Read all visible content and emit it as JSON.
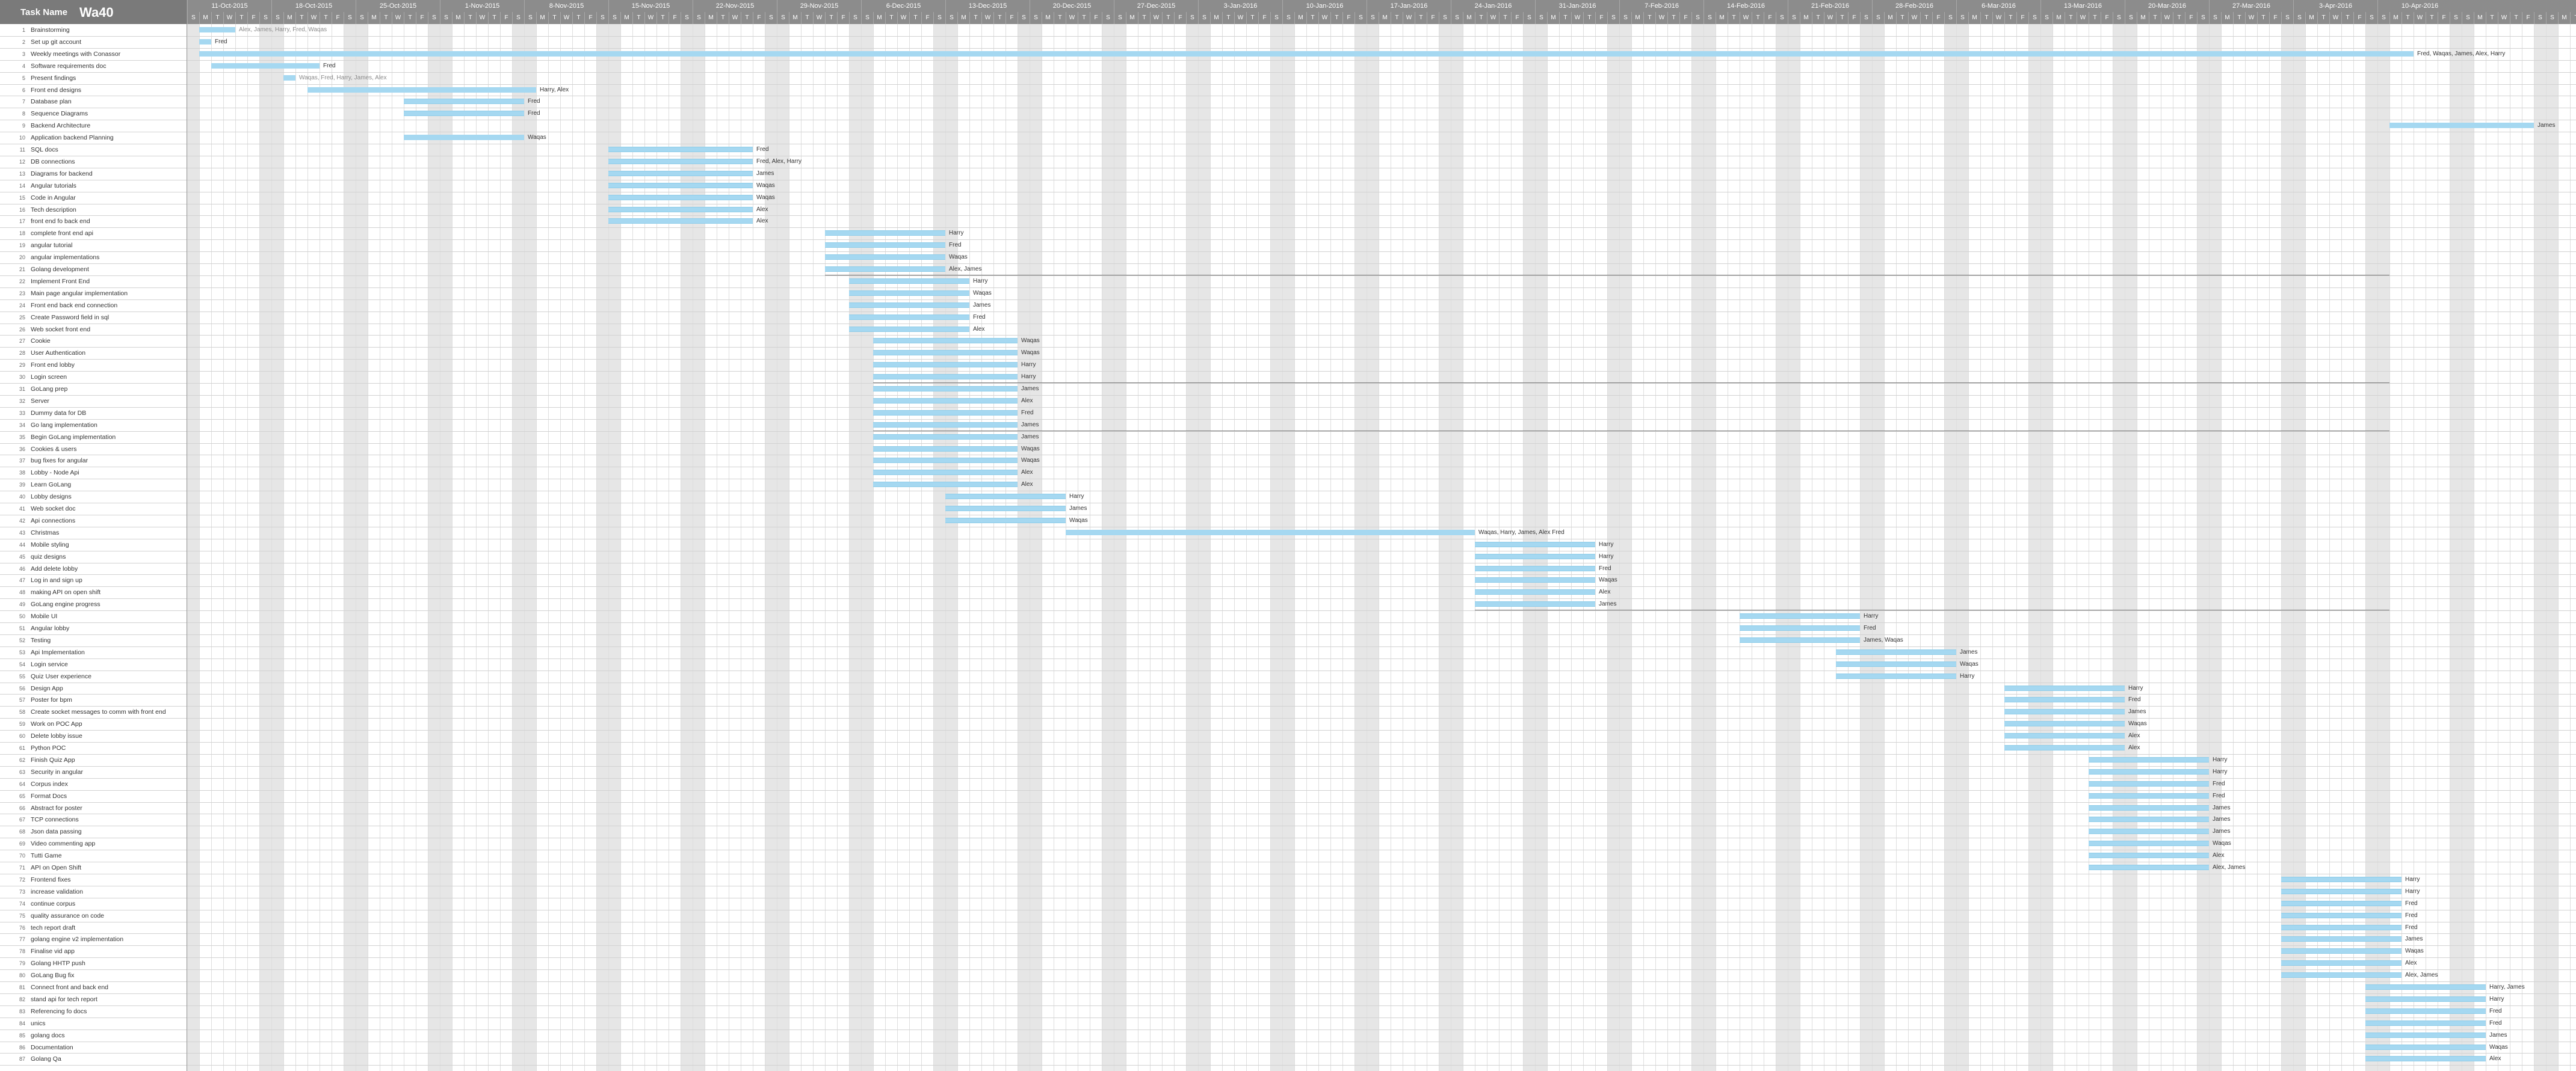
{
  "app": {
    "title": "Wa40",
    "task_column": "Task Name"
  },
  "weeks": [
    "11-Oct-2015",
    "18-Oct-2015",
    "25-Oct-2015",
    "1-Nov-2015",
    "8-Nov-2015",
    "15-Nov-2015",
    "22-Nov-2015",
    "29-Nov-2015",
    "6-Dec-2015",
    "13-Dec-2015",
    "20-Dec-2015",
    "27-Dec-2015",
    "3-Jan-2016",
    "10-Jan-2016",
    "17-Jan-2016",
    "24-Jan-2016",
    "31-Jan-2016",
    "7-Feb-2016",
    "14-Feb-2016",
    "21-Feb-2016",
    "28-Feb-2016",
    "6-Mar-2016",
    "13-Mar-2016",
    "20-Mar-2016",
    "27-Mar-2016",
    "3-Apr-2016",
    "10-Apr-2016"
  ],
  "day_letters": [
    "S",
    "M",
    "T",
    "W",
    "T",
    "F",
    "S"
  ],
  "tasks": [
    {
      "n": "1",
      "name": "Brainstorming",
      "start": 1,
      "dur": 3,
      "res": "Alex, James, Harry, Fred, Waqas",
      "grey": true
    },
    {
      "n": "2",
      "name": "Set up git account",
      "start": 1,
      "dur": 1,
      "res": "Fred"
    },
    {
      "n": "3",
      "name": "Weekly meetings with Conassor",
      "start": 1,
      "dur": 184,
      "res": "Fred, Waqas, James, Alex, Harry"
    },
    {
      "n": "4",
      "name": "Software requirements doc",
      "start": 2,
      "dur": 9,
      "res": "Fred"
    },
    {
      "n": "5",
      "name": "Present findings",
      "start": 8,
      "dur": 1,
      "res": "Waqas, Fred, Harry, James, Alex",
      "grey": true
    },
    {
      "n": "6",
      "name": "Front end designs",
      "start": 10,
      "dur": 19,
      "res": "Harry, Alex"
    },
    {
      "n": "7",
      "name": "Database plan",
      "start": 18,
      "dur": 10,
      "res": "Fred",
      "hatch": true
    },
    {
      "n": "8",
      "name": "Sequence Diagrams",
      "start": 18,
      "dur": 10,
      "res": "Fred",
      "hatch": true
    },
    {
      "n": "9",
      "name": "Backend Architecture",
      "start": 183,
      "dur": 12,
      "res": "James"
    },
    {
      "n": "10",
      "name": "Application backend Planning",
      "start": 18,
      "dur": 10,
      "res": "Waqas"
    },
    {
      "n": "11",
      "name": "SQL docs",
      "start": 35,
      "dur": 12,
      "res": "Fred",
      "hatch": true
    },
    {
      "n": "12",
      "name": "DB connections",
      "start": 35,
      "dur": 12,
      "res": "Fred, Alex, Harry",
      "hatch": true
    },
    {
      "n": "13",
      "name": "Diagrams for backend",
      "start": 35,
      "dur": 12,
      "res": "James",
      "hatch": true
    },
    {
      "n": "14",
      "name": "Angular tutorials",
      "start": 35,
      "dur": 12,
      "res": "Waqas",
      "hatch": true
    },
    {
      "n": "15",
      "name": "Code in Angular",
      "start": 35,
      "dur": 12,
      "res": "Waqas",
      "hatch": true
    },
    {
      "n": "16",
      "name": "Tech description",
      "start": 35,
      "dur": 12,
      "res": "Alex",
      "hatch": true
    },
    {
      "n": "17",
      "name": "front end fo back end",
      "start": 35,
      "dur": 12,
      "res": "Alex",
      "hatch": true
    },
    {
      "n": "18",
      "name": "complete front end api",
      "start": 53,
      "dur": 10,
      "res": "Harry",
      "hatch": true
    },
    {
      "n": "19",
      "name": "angular tutorial",
      "start": 53,
      "dur": 10,
      "res": "Fred",
      "hatch": true
    },
    {
      "n": "20",
      "name": "angular implementations",
      "start": 53,
      "dur": 10,
      "res": "Waqas",
      "hatch": true
    },
    {
      "n": "21",
      "name": "Golang development",
      "start": 53,
      "dur": 10,
      "res": "Alex, James",
      "hatch": true,
      "sep": true
    },
    {
      "n": "22",
      "name": "Implement Front End",
      "start": 55,
      "dur": 10,
      "res": "Harry",
      "hatch": true
    },
    {
      "n": "23",
      "name": "Main page angular implementation",
      "start": 55,
      "dur": 10,
      "res": "Waqas",
      "hatch": true
    },
    {
      "n": "24",
      "name": "Front end back end connection",
      "start": 55,
      "dur": 10,
      "res": "James",
      "hatch": true
    },
    {
      "n": "25",
      "name": "Create Password field in sql",
      "start": 55,
      "dur": 10,
      "res": "Fred",
      "hatch": true
    },
    {
      "n": "26",
      "name": "Web socket front end",
      "start": 55,
      "dur": 10,
      "res": "Alex",
      "hatch": true
    },
    {
      "n": "27",
      "name": "Cookie",
      "start": 57,
      "dur": 12,
      "res": "Waqas",
      "hatch": true
    },
    {
      "n": "28",
      "name": "User Authentication",
      "start": 57,
      "dur": 12,
      "res": "Waqas",
      "hatch": true
    },
    {
      "n": "29",
      "name": "Front end lobby",
      "start": 57,
      "dur": 12,
      "res": "Harry",
      "hatch": true
    },
    {
      "n": "30",
      "name": "Login screen",
      "start": 57,
      "dur": 12,
      "res": "Harry",
      "hatch": true,
      "sep": true
    },
    {
      "n": "31",
      "name": "GoLang prep",
      "start": 57,
      "dur": 12,
      "res": "James",
      "hatch": true
    },
    {
      "n": "32",
      "name": "Server",
      "start": 57,
      "dur": 12,
      "res": "Alex",
      "hatch": true
    },
    {
      "n": "33",
      "name": "Dummy data for DB",
      "start": 57,
      "dur": 12,
      "res": "Fred",
      "hatch": true
    },
    {
      "n": "34",
      "name": "Go lang implementation",
      "start": 57,
      "dur": 12,
      "res": "James",
      "hatch": true,
      "sep": true
    },
    {
      "n": "35",
      "name": "Begin GoLang implementation",
      "start": 57,
      "dur": 12,
      "res": "James",
      "hatch": true
    },
    {
      "n": "36",
      "name": "Cookies & users",
      "start": 57,
      "dur": 12,
      "res": "Waqas",
      "hatch": true
    },
    {
      "n": "37",
      "name": "bug fixes for angular",
      "start": 57,
      "dur": 12,
      "res": "Waqas",
      "hatch": true
    },
    {
      "n": "38",
      "name": "Lobby - Node Api",
      "start": 57,
      "dur": 12,
      "res": "Alex",
      "hatch": true
    },
    {
      "n": "39",
      "name": "Learn GoLang",
      "start": 57,
      "dur": 12,
      "res": "Alex",
      "hatch": true
    },
    {
      "n": "40",
      "name": "Lobby designs",
      "start": 63,
      "dur": 10,
      "res": "Harry",
      "hatch": true
    },
    {
      "n": "41",
      "name": "Web socket doc",
      "start": 63,
      "dur": 10,
      "res": "James",
      "hatch": true
    },
    {
      "n": "42",
      "name": "Api connections",
      "start": 63,
      "dur": 10,
      "res": "Waqas",
      "hatch": true
    },
    {
      "n": "43",
      "name": "Christmas",
      "start": 73,
      "dur": 34,
      "res": "Waqas, Harry, James, Alex Fred"
    },
    {
      "n": "44",
      "name": "Mobile styling",
      "start": 107,
      "dur": 10,
      "res": "Harry",
      "hatch": true
    },
    {
      "n": "45",
      "name": "quiz designs",
      "start": 107,
      "dur": 10,
      "res": "Harry",
      "hatch": true
    },
    {
      "n": "46",
      "name": "Add delete lobby",
      "start": 107,
      "dur": 10,
      "res": "Fred",
      "hatch": true
    },
    {
      "n": "47",
      "name": "Log in and sign up",
      "start": 107,
      "dur": 10,
      "res": "Waqas",
      "hatch": true
    },
    {
      "n": "48",
      "name": "making API on open shift",
      "start": 107,
      "dur": 10,
      "res": "Alex",
      "hatch": true
    },
    {
      "n": "49",
      "name": "GoLang engine progress",
      "start": 107,
      "dur": 10,
      "res": "James",
      "hatch": true,
      "sep": true
    },
    {
      "n": "50",
      "name": "Mobile UI",
      "start": 129,
      "dur": 10,
      "res": "Harry",
      "hatch": true
    },
    {
      "n": "51",
      "name": "Angular lobby",
      "start": 129,
      "dur": 10,
      "res": "Fred",
      "hatch": true
    },
    {
      "n": "52",
      "name": "Testing",
      "start": 129,
      "dur": 10,
      "res": "James, Waqas",
      "hatch": true
    },
    {
      "n": "53",
      "name": "Api Implementation",
      "start": 137,
      "dur": 10,
      "res": "James",
      "hatch": true
    },
    {
      "n": "54",
      "name": "Login service",
      "start": 137,
      "dur": 10,
      "res": "Waqas",
      "hatch": true
    },
    {
      "n": "55",
      "name": "Quiz User experience",
      "start": 137,
      "dur": 10,
      "res": "Harry",
      "hatch": true
    },
    {
      "n": "56",
      "name": "Design App",
      "start": 151,
      "dur": 10,
      "res": "Harry",
      "hatch": true
    },
    {
      "n": "57",
      "name": "Poster for bpm",
      "start": 151,
      "dur": 10,
      "res": "Fred",
      "hatch": true
    },
    {
      "n": "58",
      "name": "Create socket messages to comm with front end",
      "start": 151,
      "dur": 10,
      "res": "James",
      "hatch": true
    },
    {
      "n": "59",
      "name": "Work on POC App",
      "start": 151,
      "dur": 10,
      "res": "Waqas",
      "hatch": true
    },
    {
      "n": "60",
      "name": "Delete lobby issue",
      "start": 151,
      "dur": 10,
      "res": "Alex",
      "hatch": true
    },
    {
      "n": "61",
      "name": "Python POC",
      "start": 151,
      "dur": 10,
      "res": "Alex",
      "hatch": true
    },
    {
      "n": "62",
      "name": "Finish Quiz App",
      "start": 158,
      "dur": 10,
      "res": "Harry",
      "hatch": true
    },
    {
      "n": "63",
      "name": "Security in angular",
      "start": 158,
      "dur": 10,
      "res": "Harry",
      "hatch": true
    },
    {
      "n": "64",
      "name": "Corpus index",
      "start": 158,
      "dur": 10,
      "res": "Fred",
      "hatch": true
    },
    {
      "n": "65",
      "name": "Format Docs",
      "start": 158,
      "dur": 10,
      "res": "Fred",
      "hatch": true
    },
    {
      "n": "66",
      "name": "Abstract for poster",
      "start": 158,
      "dur": 10,
      "res": "James",
      "hatch": true
    },
    {
      "n": "67",
      "name": "TCP connections",
      "start": 158,
      "dur": 10,
      "res": "James",
      "hatch": true
    },
    {
      "n": "68",
      "name": "Json data passing",
      "start": 158,
      "dur": 10,
      "res": "James",
      "hatch": true
    },
    {
      "n": "69",
      "name": "Video commenting app",
      "start": 158,
      "dur": 10,
      "res": "Waqas",
      "hatch": true
    },
    {
      "n": "70",
      "name": "Tutti Game",
      "start": 158,
      "dur": 10,
      "res": "Alex",
      "hatch": true
    },
    {
      "n": "71",
      "name": "API on Open Shift",
      "start": 158,
      "dur": 10,
      "res": "Alex, James",
      "hatch": true
    },
    {
      "n": "72",
      "name": "Frontend fixes",
      "start": 174,
      "dur": 10,
      "res": "Harry",
      "hatch": true
    },
    {
      "n": "73",
      "name": "increase validation",
      "start": 174,
      "dur": 10,
      "res": "Harry",
      "hatch": true
    },
    {
      "n": "74",
      "name": "continue corpus",
      "start": 174,
      "dur": 10,
      "res": "Fred",
      "hatch": true
    },
    {
      "n": "75",
      "name": "quality assurance on code",
      "start": 174,
      "dur": 10,
      "res": "Fred",
      "hatch": true
    },
    {
      "n": "76",
      "name": "tech report draft",
      "start": 174,
      "dur": 10,
      "res": "Fred",
      "hatch": true
    },
    {
      "n": "77",
      "name": "golang engine v2 implementation",
      "start": 174,
      "dur": 10,
      "res": "James",
      "hatch": true
    },
    {
      "n": "78",
      "name": "Finalise vid app",
      "start": 174,
      "dur": 10,
      "res": "Waqas",
      "hatch": true
    },
    {
      "n": "79",
      "name": "Golang HHTP push",
      "start": 174,
      "dur": 10,
      "res": "Alex",
      "hatch": true
    },
    {
      "n": "80",
      "name": "GoLang Bug fix",
      "start": 174,
      "dur": 10,
      "res": "Alex, James",
      "hatch": true
    },
    {
      "n": "81",
      "name": "Connect front and back end",
      "start": 181,
      "dur": 10,
      "res": "Harry, James",
      "hatch": true
    },
    {
      "n": "82",
      "name": "stand api for tech report",
      "start": 181,
      "dur": 10,
      "res": "Harry",
      "hatch": true
    },
    {
      "n": "83",
      "name": "Referencing fo docs",
      "start": 181,
      "dur": 10,
      "res": "Fred",
      "hatch": true
    },
    {
      "n": "84",
      "name": "unics",
      "start": 181,
      "dur": 10,
      "res": "Fred",
      "hatch": true
    },
    {
      "n": "85",
      "name": "golang docs",
      "start": 181,
      "dur": 10,
      "res": "James",
      "hatch": true
    },
    {
      "n": "86",
      "name": "Documentation",
      "start": 181,
      "dur": 10,
      "res": "Waqas",
      "hatch": true
    },
    {
      "n": "87",
      "name": "Golang Qa",
      "start": 181,
      "dur": 10,
      "res": "Alex",
      "hatch": true
    }
  ]
}
